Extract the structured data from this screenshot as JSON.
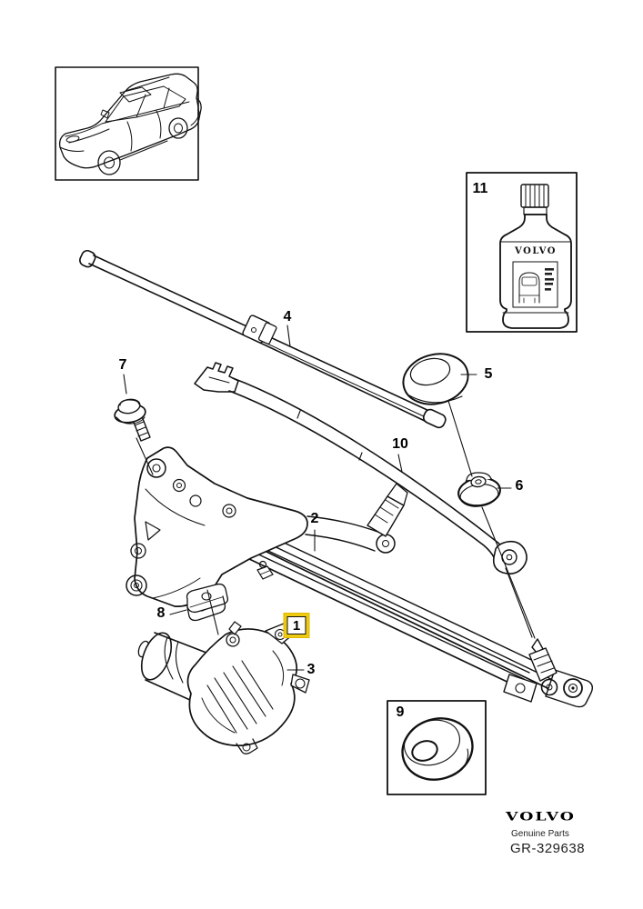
{
  "diagram_callouts": {
    "item1": {
      "label": "1",
      "highlighted": true
    },
    "item2": {
      "label": "2"
    },
    "item3": {
      "label": "3"
    },
    "item4": {
      "label": "4"
    },
    "item5": {
      "label": "5"
    },
    "item6": {
      "label": "6"
    },
    "item7": {
      "label": "7"
    },
    "item8": {
      "label": "8"
    },
    "item9": {
      "label": "9"
    },
    "item10": {
      "label": "10"
    },
    "item11": {
      "label": "11"
    }
  },
  "bottle": {
    "brand": "VOLVO"
  },
  "footer": {
    "brand": "VOLVO",
    "tagline": "Genuine Parts",
    "reference": "GR-329638"
  },
  "colors": {
    "highlight": "#eecb11",
    "line": "#111111",
    "background": "#ffffff"
  }
}
